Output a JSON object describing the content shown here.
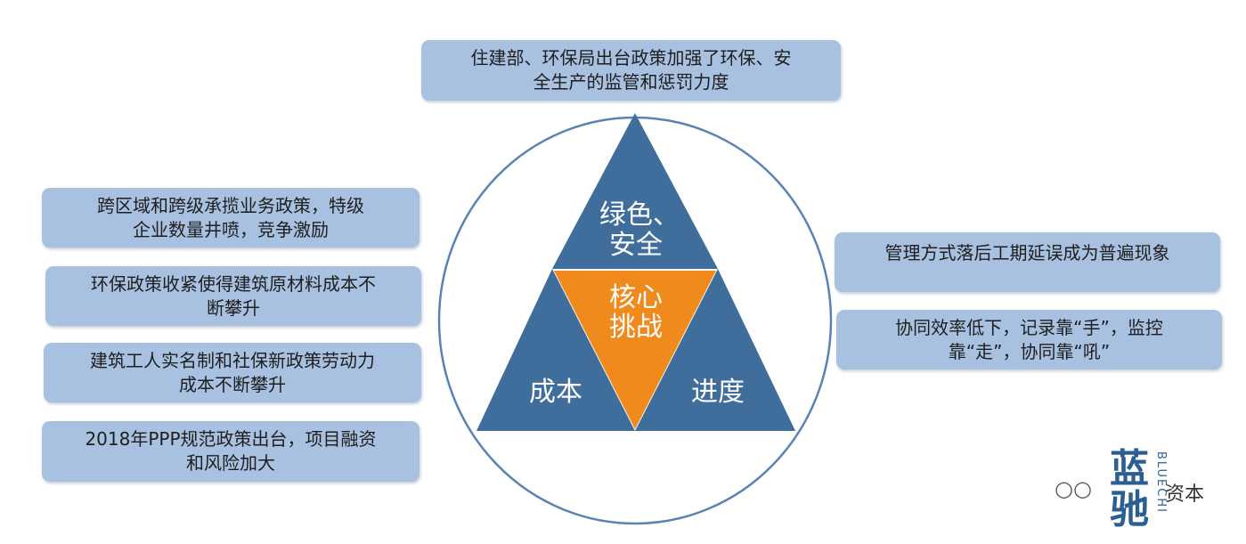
{
  "colors": {
    "box_fill": "#a9c1e0",
    "triangle_blue": "#3f6e9c",
    "center_orange": "#f08a1c",
    "circle_stroke": "#5a82b4"
  },
  "top_box": {
    "lines": [
      "住建部、环保局出台政策加强了环保、安",
      "全生产的监管和惩罚力度"
    ]
  },
  "left_boxes": [
    {
      "lines": [
        "跨区域和跨级承揽业务政策，特级",
        "企业数量井喷，竞争激励"
      ]
    },
    {
      "lines": [
        "环保政策收紧使得建筑原材料成本不",
        "断攀升"
      ]
    },
    {
      "lines": [
        "建筑工人实名制和社保新政策劳动力",
        "成本不断攀升"
      ]
    },
    {
      "lines": [
        "2018年PPP规范政策出台，项目融资",
        "和风险加大"
      ]
    }
  ],
  "right_boxes": [
    {
      "lines": [
        "管理方式落后工期延误成为普遍现象"
      ]
    },
    {
      "lines": [
        "协同效率低下，记录靠“手”，监控",
        "靠“走”，协同靠“吼”"
      ]
    }
  ],
  "triangle": {
    "top": [
      "绿色、",
      "安全"
    ],
    "center": [
      "核心",
      "挑战"
    ],
    "left": "成本",
    "right": "进度"
  },
  "watermark": {
    "brand_top": "蓝",
    "brand_bottom": "驰",
    "brand_side": "BLUECHI",
    "text": "资本",
    "icon": "wechat-icon"
  }
}
